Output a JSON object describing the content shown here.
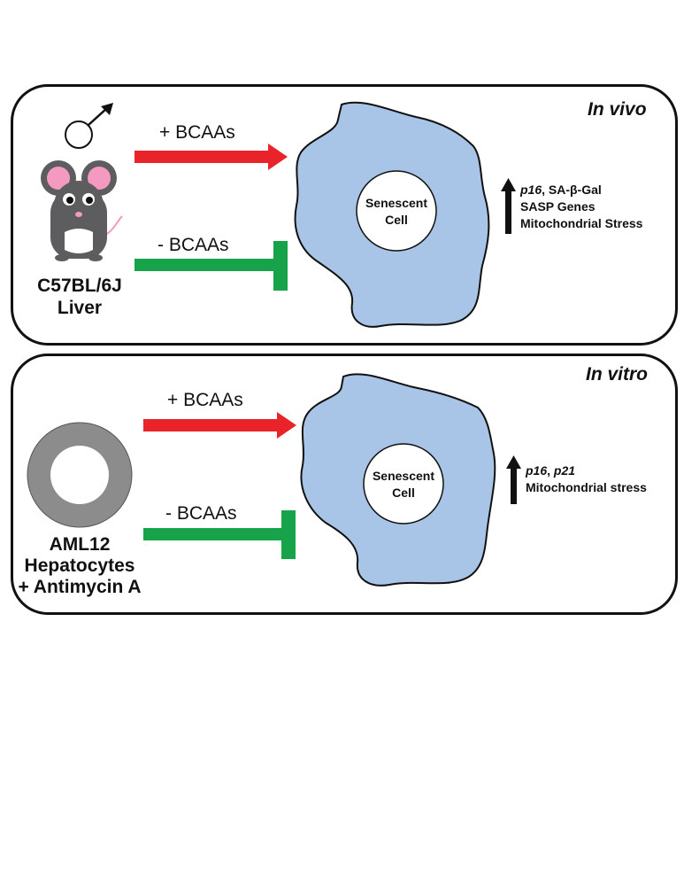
{
  "panels": [
    {
      "context": "In vivo",
      "model_lines": [
        "C57BL/6J",
        "Liver"
      ],
      "add_label": "+ BCAAs",
      "remove_label": "-  BCAAs",
      "cell_lines": [
        "Senescent",
        "Cell"
      ],
      "effects": [
        {
          "italic": "p16",
          "plain": ", SA-β-Gal"
        },
        {
          "italic": "",
          "plain": "SASP Genes"
        },
        {
          "italic": "",
          "plain": "Mitochondrial Stress"
        }
      ],
      "model_icon": "mouse-icon",
      "sex_icon": "male-symbol-icon"
    },
    {
      "context": "In vitro",
      "model_lines": [
        "AML12",
        "Hepatocytes",
        "+ Antimycin A"
      ],
      "add_label": "+ BCAAs",
      "remove_label": "-  BCAAs",
      "cell_lines": [
        "Senescent",
        "Cell"
      ],
      "effects": [
        {
          "italic": "p16",
          "plain": ", ",
          "italic2": "p21"
        },
        {
          "italic": "",
          "plain": "Mitochondrial stress"
        }
      ],
      "model_icon": "hepatocyte-ring-icon"
    }
  ],
  "colors": {
    "promote_arrow": "#e8242a",
    "inhibit_arrow": "#16a34a",
    "cell_fill": "#a8c4e6",
    "mouse_body": "#5d5d5f",
    "mouse_ear": "#f49ac1",
    "ring": "#8c8c8c"
  }
}
